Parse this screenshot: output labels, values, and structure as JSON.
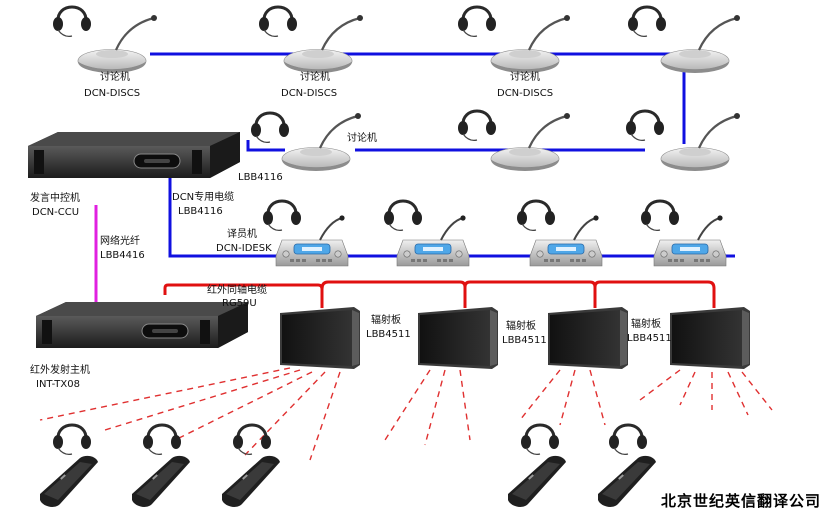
{
  "labels": {
    "discuss_1": "讨论机",
    "discuss_2": "讨论机",
    "discuss_3": "讨论机",
    "discs_model_1": "DCN-DISCS",
    "discs_model_2": "DCN-DISCS",
    "discs_model_3": "DCN-DISCS",
    "discuss_mid": "讨论机",
    "lbb4116_top": "LBB4116",
    "ccu_name": "发言中控机",
    "ccu_model": "DCN-CCU",
    "dcn_cable": "DCN专用电缆",
    "dcn_cable_model": "LBB4116",
    "fiber_name": "网络光纤",
    "fiber_model": "LBB4416",
    "interp_name": "译员机",
    "interp_model": "DCN-IDESK",
    "coax_name": "红外同轴电缆",
    "coax_model": "RG59U",
    "radiator_1": "辐射板",
    "radiator_1_model": "LBB4511",
    "radiator_2": "辐射板",
    "radiator_2_model": "LBB4511",
    "radiator_3": "辐射板",
    "radiator_3_model": "LBB4511",
    "tx_name": "红外发射主机",
    "tx_model": "INT-TX08"
  },
  "footer": "北京世纪英信翻译公司",
  "colors": {
    "bus_line": "#1010e0",
    "fiber_line": "#e020e0",
    "coax_line": "#e01010",
    "ir_beam": "#e03030"
  }
}
